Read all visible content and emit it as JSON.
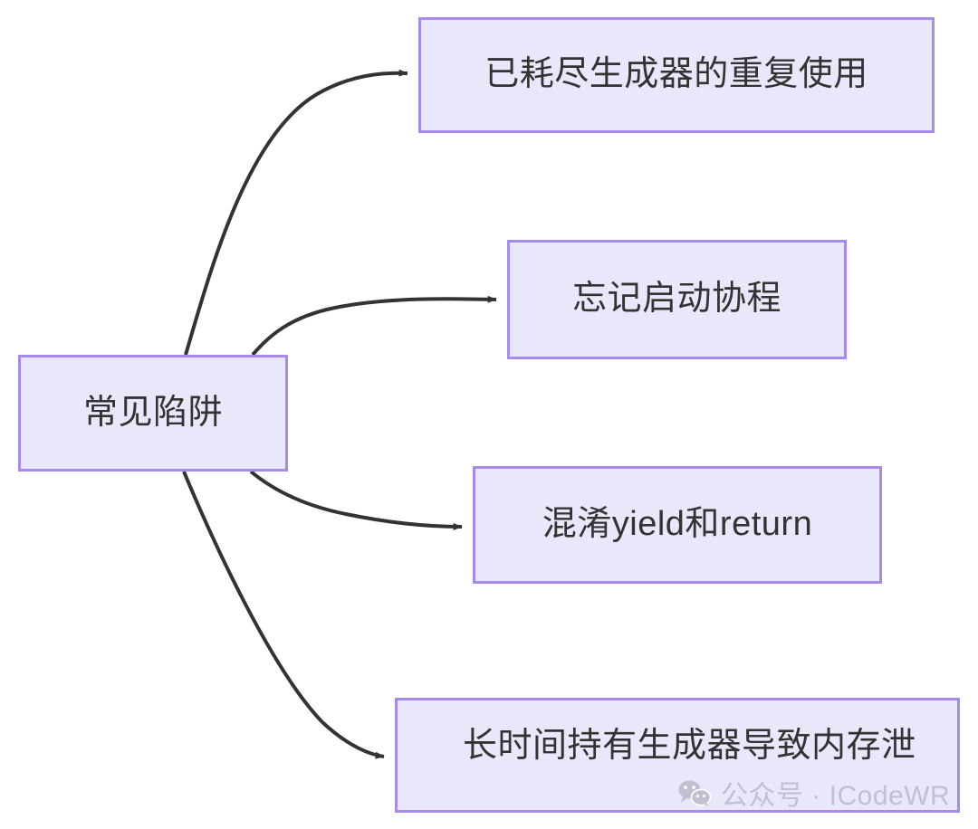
{
  "diagram": {
    "type": "flowchart",
    "direction": "left-to-right",
    "root": {
      "id": "root",
      "label": "常见陷阱"
    },
    "branches": [
      {
        "id": "exhausted",
        "label": "已耗尽生成器的重复使用"
      },
      {
        "id": "forget-start",
        "label": "忘记启动协程"
      },
      {
        "id": "yield-return",
        "label": "混淆yield和return"
      },
      {
        "id": "memory-leak",
        "label": "长时间持有生成器导致内存泄"
      }
    ],
    "colors": {
      "node_fill": "#e9e7fa",
      "node_border": "#a78bea",
      "node_text": "#333333",
      "edge": "#333333",
      "background": "#ffffff",
      "watermark": "#c3bfd3"
    }
  },
  "watermark": {
    "icon": "wechat-icon",
    "text": "公众号 · ICodeWR"
  }
}
